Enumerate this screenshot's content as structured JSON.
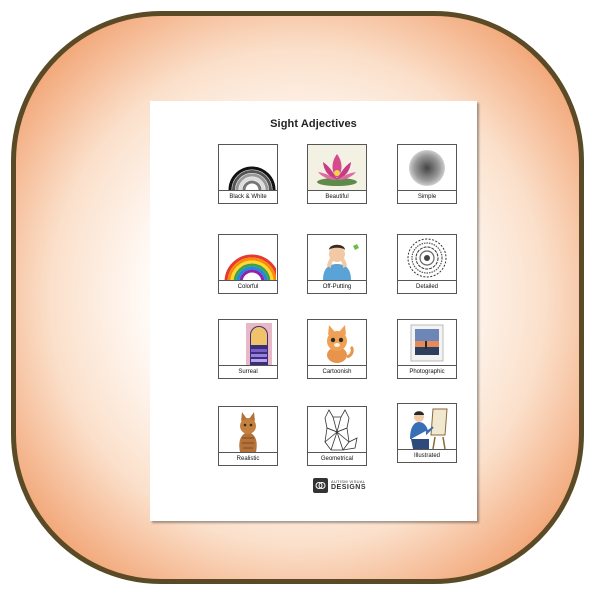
{
  "title": "Sight Adjectives",
  "cards": [
    {
      "label": "Black & White",
      "icon": "black-white-rainbow-icon"
    },
    {
      "label": "Beautiful",
      "icon": "lotus-flower-icon"
    },
    {
      "label": "Simple",
      "icon": "gray-circle-icon"
    },
    {
      "label": "Colorful",
      "icon": "color-rainbow-icon"
    },
    {
      "label": "Off-Putting",
      "icon": "man-covering-face-icon"
    },
    {
      "label": "Detailed",
      "icon": "mandala-icon"
    },
    {
      "label": "Surreal",
      "icon": "surreal-doorway-icon"
    },
    {
      "label": "Cartoonish",
      "icon": "cartoon-cat-icon"
    },
    {
      "label": "Photographic",
      "icon": "framed-photo-icon"
    },
    {
      "label": "Realistic",
      "icon": "realistic-cat-icon"
    },
    {
      "label": "Geometrical",
      "icon": "geometric-cat-icon"
    },
    {
      "label": "Illustrated",
      "icon": "artist-at-easel-icon"
    }
  ],
  "logo": {
    "line1": "AUTISM VISUAL",
    "line2": "DESIGNS",
    "icon": "avd-logo-icon"
  },
  "colors": {
    "frame_border": "#5b4a26",
    "frame_fill_edge": "#ee9b69",
    "sheet": "#ffffff"
  }
}
